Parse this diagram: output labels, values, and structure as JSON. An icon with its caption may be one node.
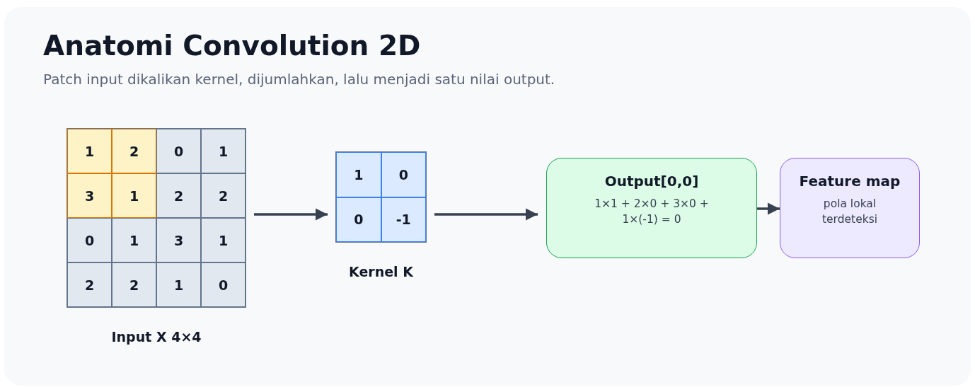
{
  "diagram": {
    "title": "Anatomi Convolution 2D",
    "caption": "Patch input dikalikan kernel, dijumlahkan, lalu menjadi satu nilai output.",
    "nodes": [
      {
        "text": [],
        "shape": "box",
        "beside": [
          "Input X 4×4"
        ]
      },
      {
        "text": [
          "1"
        ],
        "in": 0
      },
      {
        "text": [
          "2"
        ],
        "in": 0
      },
      {
        "text": [
          "0"
        ],
        "in": 0
      },
      {
        "text": [
          "1"
        ],
        "in": 0
      },
      {
        "text": [
          "3"
        ],
        "in": 0
      },
      {
        "text": [
          "1"
        ],
        "in": 0
      },
      {
        "text": [
          "2"
        ],
        "in": 0
      },
      {
        "text": [
          "2"
        ],
        "in": 0
      },
      {
        "text": [
          "0"
        ],
        "in": 0
      },
      {
        "text": [
          "1"
        ],
        "in": 0
      },
      {
        "text": [
          "3"
        ],
        "in": 0
      },
      {
        "text": [
          "1"
        ],
        "in": 0
      },
      {
        "text": [
          "2"
        ],
        "in": 0
      },
      {
        "text": [
          "2"
        ],
        "in": 0
      },
      {
        "text": [
          "1"
        ],
        "in": 0
      },
      {
        "text": [
          "0"
        ],
        "in": 0
      },
      {
        "text": [],
        "shape": "box",
        "beside": [
          "Kernel K"
        ]
      },
      {
        "text": [
          "1"
        ],
        "in": 17
      },
      {
        "text": [
          "0"
        ],
        "in": 17
      },
      {
        "text": [
          "0"
        ],
        "in": 17
      },
      {
        "text": [
          "-1"
        ],
        "in": 17
      },
      {
        "text": [
          "Output[0,0]",
          "1×1 + 2×0 + 3×0 + 1×(-1) = 0"
        ]
      },
      {
        "text": [
          "Feature map",
          "pola lokal terdeteksi"
        ]
      }
    ],
    "edges": [
      {
        "from": 0,
        "to": 17,
        "arrow": "to"
      },
      {
        "from": 17,
        "to": 22,
        "arrow": "to"
      },
      {
        "from": 22,
        "to": 23,
        "arrow": "to"
      }
    ]
  }
}
